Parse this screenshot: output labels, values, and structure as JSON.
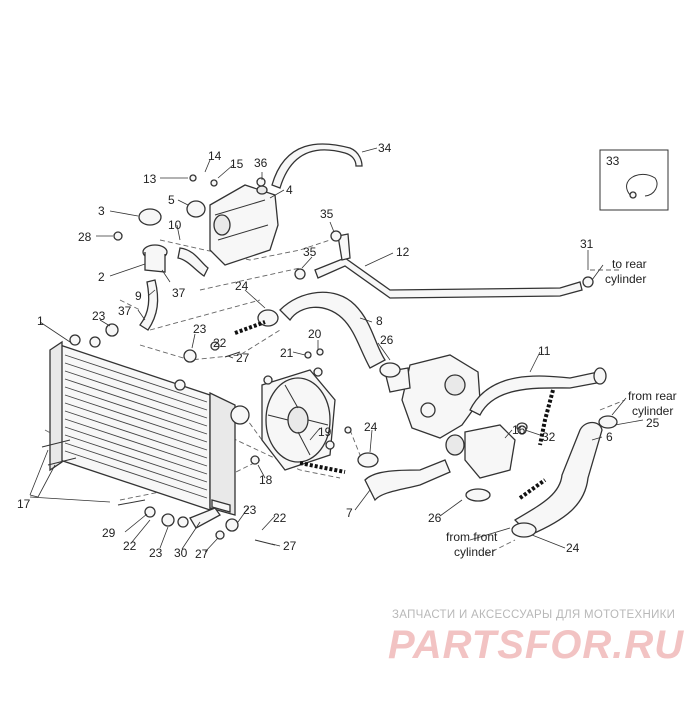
{
  "diagram": {
    "part_numbers": [
      "1",
      "2",
      "3",
      "4",
      "5",
      "6",
      "7",
      "8",
      "9",
      "10",
      "11",
      "12",
      "13",
      "14",
      "15",
      "16",
      "17",
      "18",
      "19",
      "20",
      "21",
      "22",
      "23",
      "24",
      "25",
      "26",
      "27",
      "28",
      "29",
      "30",
      "31",
      "32",
      "33",
      "34",
      "35",
      "36",
      "37"
    ],
    "labels": [
      {
        "id": "n14",
        "text": "14"
      },
      {
        "id": "n13",
        "text": "13"
      },
      {
        "id": "n15",
        "text": "15"
      },
      {
        "id": "n36",
        "text": "36"
      },
      {
        "id": "n34",
        "text": "34"
      },
      {
        "id": "n33",
        "text": "33"
      },
      {
        "id": "n4",
        "text": "4"
      },
      {
        "id": "n5",
        "text": "5"
      },
      {
        "id": "n3",
        "text": "3"
      },
      {
        "id": "n10",
        "text": "10"
      },
      {
        "id": "n35a",
        "text": "35"
      },
      {
        "id": "n28",
        "text": "28"
      },
      {
        "id": "n12",
        "text": "12"
      },
      {
        "id": "n31",
        "text": "31"
      },
      {
        "id": "n35b",
        "text": "35"
      },
      {
        "id": "n2",
        "text": "2"
      },
      {
        "id": "n37a",
        "text": "37"
      },
      {
        "id": "n9",
        "text": "9"
      },
      {
        "id": "n24a",
        "text": "24"
      },
      {
        "id": "n37b",
        "text": "37"
      },
      {
        "id": "n1",
        "text": "1"
      },
      {
        "id": "n23a",
        "text": "23"
      },
      {
        "id": "n8",
        "text": "8"
      },
      {
        "id": "n23b",
        "text": "23"
      },
      {
        "id": "n20",
        "text": "20"
      },
      {
        "id": "n26a",
        "text": "26"
      },
      {
        "id": "n22a",
        "text": "22"
      },
      {
        "id": "n21",
        "text": "21"
      },
      {
        "id": "n27a",
        "text": "27"
      },
      {
        "id": "n11",
        "text": "11"
      },
      {
        "id": "n16",
        "text": "16"
      },
      {
        "id": "n25",
        "text": "25"
      },
      {
        "id": "n19",
        "text": "19"
      },
      {
        "id": "n24b",
        "text": "24"
      },
      {
        "id": "n32",
        "text": "32"
      },
      {
        "id": "n6",
        "text": "6"
      },
      {
        "id": "n18",
        "text": "18"
      },
      {
        "id": "n17",
        "text": "17"
      },
      {
        "id": "n7",
        "text": "7"
      },
      {
        "id": "n23c",
        "text": "23"
      },
      {
        "id": "n22b",
        "text": "22"
      },
      {
        "id": "n26b",
        "text": "26"
      },
      {
        "id": "n29",
        "text": "29"
      },
      {
        "id": "n22c",
        "text": "22"
      },
      {
        "id": "n23d",
        "text": "23"
      },
      {
        "id": "n30",
        "text": "30"
      },
      {
        "id": "n27b",
        "text": "27"
      },
      {
        "id": "n27c",
        "text": "27"
      },
      {
        "id": "n24c",
        "text": "24"
      }
    ],
    "annotations": {
      "to_rear_1": "to rear",
      "to_rear_2": "cylinder",
      "from_rear_1": "from rear",
      "from_rear_2": "cylinder",
      "from_front_1": "from front",
      "from_front_2": "cylinder"
    }
  },
  "watermark": {
    "tagline": "ЗАПЧАСТИ И АКСЕССУАРЫ ДЛЯ МОТОТЕХНИКИ",
    "brand": "PARTSFOR.RU",
    "brand_color": "#e88c8c"
  }
}
